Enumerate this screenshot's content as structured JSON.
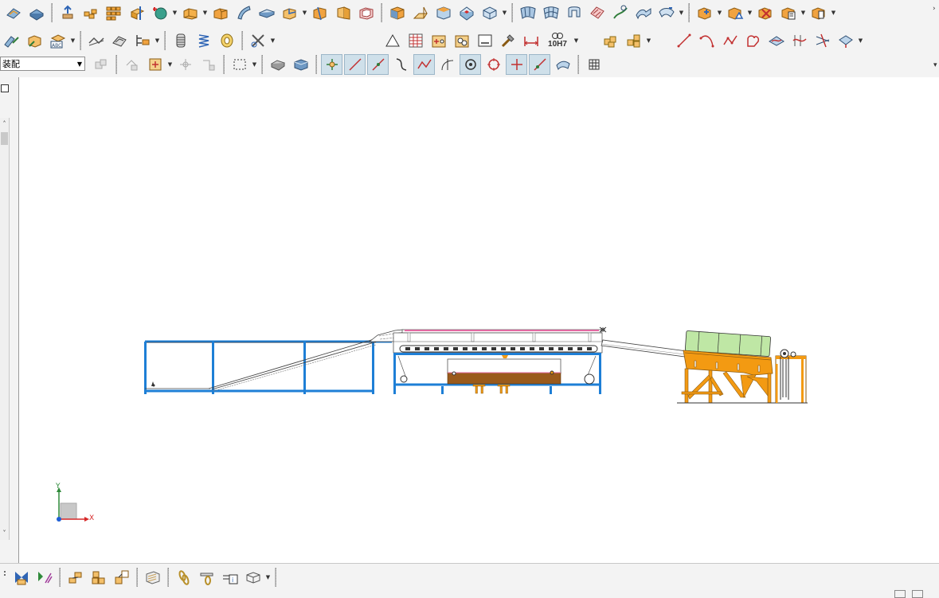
{
  "toolbar": {
    "assembly_combo_value": "装配",
    "tolerance_label": "10H7"
  },
  "axis": {
    "y_label": "Y",
    "x_label": "X"
  },
  "colors": {
    "frame_blue": "#1e7fd6",
    "machine_orange": "#f39a12",
    "drum_green": "#bfe7a5",
    "tray_brown": "#9a5a1c",
    "rail_pink": "#e36aa2"
  }
}
